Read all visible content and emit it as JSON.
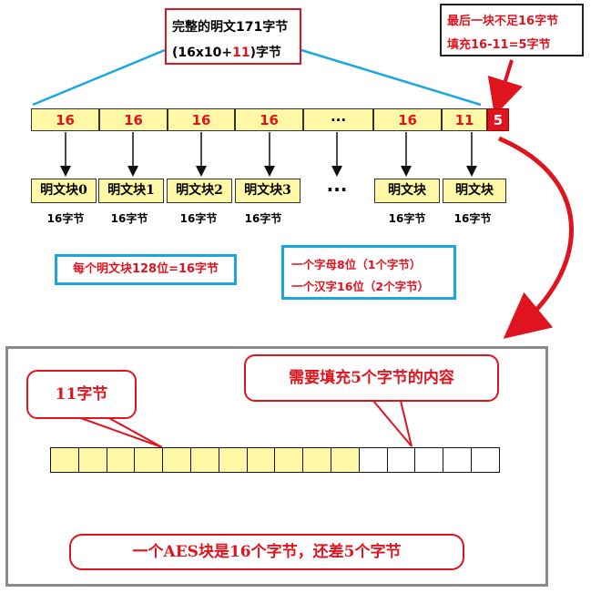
{
  "title": {
    "line1": "完整的明文171字节",
    "line2_prefix": "(16x10+",
    "line2_highlight": "11",
    "line2_suffix": ")字节"
  },
  "pad_note": {
    "line1": "最后一块不足16字节",
    "line2": "填充16-11=5字节"
  },
  "top_row": [
    "16",
    "16",
    "16",
    "16",
    "···",
    "16",
    "11",
    "5"
  ],
  "plaintext_blocks": [
    "明文块0",
    "明文块1",
    "明文块2",
    "明文块3",
    "···",
    "明文块",
    "明文块"
  ],
  "block_sizes": [
    "16字节",
    "16字节",
    "16字节",
    "16字节",
    "",
    "16字节",
    "16字节"
  ],
  "info_block": "每个明文块128位=16字节",
  "info_chars": {
    "line1": "一个字母8位（1个字节）",
    "line2": "一个汉字16位（2个字节）"
  },
  "bubble_left": "11字节",
  "bubble_right": "需要填充5个字节的内容",
  "aes_block": {
    "filled": 11,
    "empty": 5
  },
  "aes_note": "一个AES块是16个字节，还差5个字节",
  "colors": {
    "red": "#e0141e",
    "blue": "#1aa7e0",
    "yellow": "#fff9a7",
    "gray": "#8a8a8a"
  }
}
